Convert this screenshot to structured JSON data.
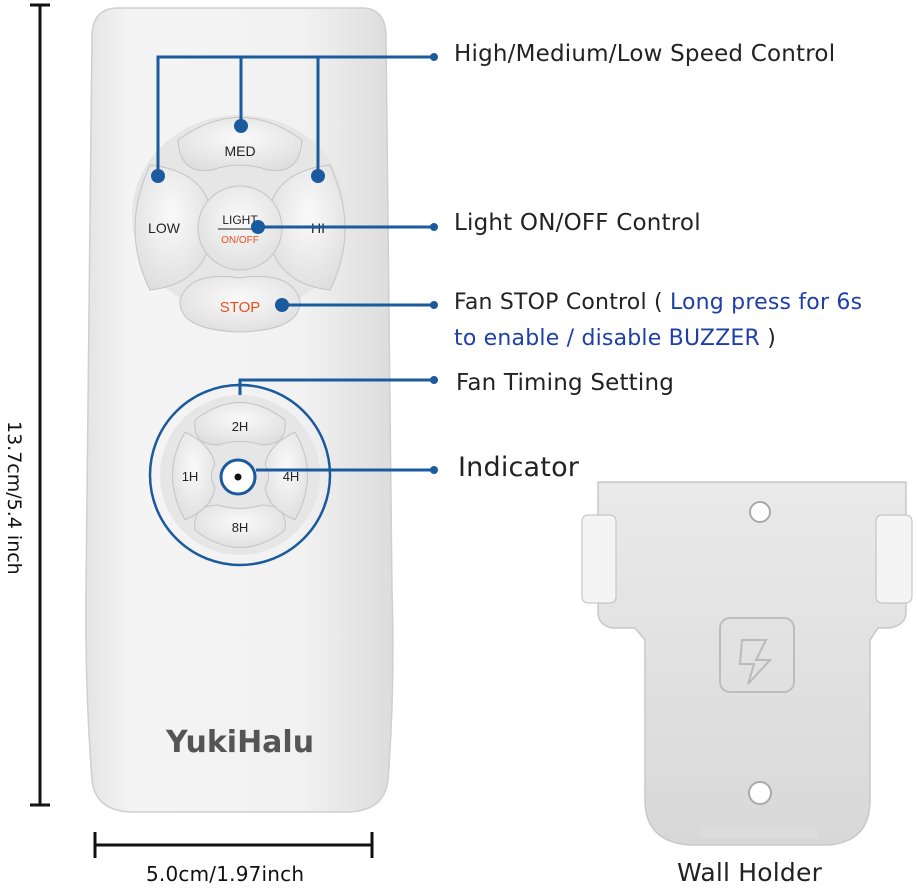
{
  "labels": {
    "speed": "High/Medium/Low Speed Control",
    "light": "Light ON/OFF Control",
    "stop_prefix": "Fan STOP Control ( ",
    "stop_blue_1": "Long press for 6s",
    "stop_blue_2": "to enable / disable BUZZER",
    "stop_suffix": " )",
    "timing": "Fan Timing Setting",
    "indicator": "Indicator",
    "wall_holder": "Wall Holder"
  },
  "dimensions": {
    "height": "13.7cm/5.4 inch",
    "width": "5.0cm/1.97inch"
  },
  "remote": {
    "brand": "YukiHalu",
    "buttons": {
      "med": "MED",
      "low": "LOW",
      "hi": "HI",
      "light": "LIGHT",
      "onoff": "ON/OFF",
      "stop": "STOP",
      "t2h": "2H",
      "t1h": "1H",
      "t4h": "4H",
      "t8h": "8H"
    }
  },
  "colors": {
    "callout": "#1a5a9e",
    "stop_text": "#e8501f",
    "blue_text": "#1f3fa8"
  }
}
